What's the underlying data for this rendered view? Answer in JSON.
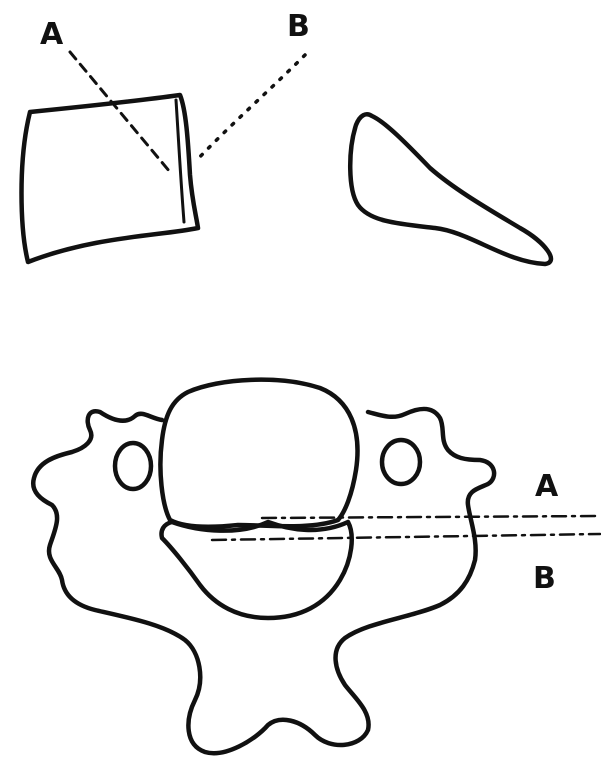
{
  "labels": {
    "top_a": "A",
    "top_b": "B",
    "right_a": "A",
    "right_b": "B"
  },
  "colors": {
    "ink": "#111111",
    "background": "#ffffff"
  }
}
